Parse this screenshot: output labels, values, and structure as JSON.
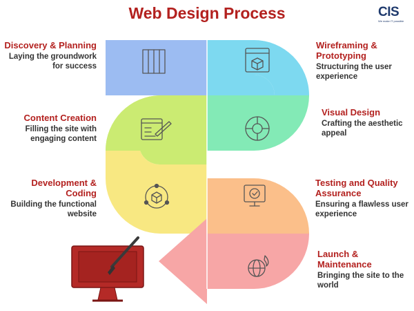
{
  "title": "Web Design Process",
  "logo": {
    "mark": "CIS",
    "tagline": "We make IT possible"
  },
  "colors": {
    "title": "#b3211f",
    "stage1": "#9cbcf2",
    "stage2": "#7dd9f0",
    "stage3": "#cbeb72",
    "stage4": "#83eab6",
    "stage5": "#f8e882",
    "stage6": "#fbbf8a",
    "stage7": "#f7a6a6",
    "monitor": "#b42a27"
  },
  "steps": [
    {
      "id": "discovery",
      "title": "Discovery & Planning",
      "desc": "Laying the groundwork for success",
      "icon": "columns-icon"
    },
    {
      "id": "wireframing",
      "title": "Wireframing & Prototyping",
      "desc": "Structuring the user experience",
      "icon": "browser-cube-icon"
    },
    {
      "id": "content",
      "title": "Content Creation",
      "desc": "Filling the site with engaging content",
      "icon": "document-pencil-icon"
    },
    {
      "id": "visual",
      "title": "Visual Design",
      "desc": "Crafting the aesthetic appeal",
      "icon": "palette-icon"
    },
    {
      "id": "development",
      "title": "Development & Coding",
      "desc": "Building the functional website",
      "icon": "cube-network-icon"
    },
    {
      "id": "testing",
      "title": "Testing and Quality Assurance",
      "desc": "Ensuring a flawless user experience",
      "icon": "monitor-check-icon"
    },
    {
      "id": "launch",
      "title": "Launch & Maintenance",
      "desc": "Bringing the site to the world",
      "icon": "globe-flame-icon"
    }
  ]
}
